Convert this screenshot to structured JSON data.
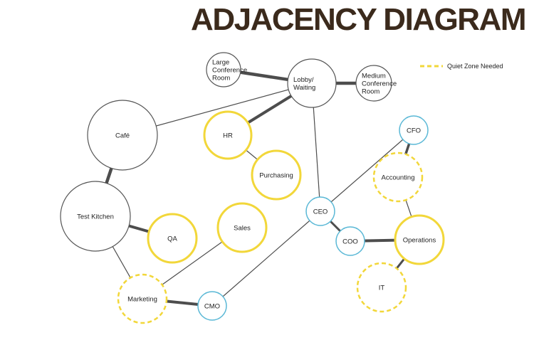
{
  "title": "ADJACENCY DIAGRAM",
  "legend": {
    "label": "Quiet Zone Needed",
    "color": "#f5d43a"
  },
  "colors": {
    "gray": "#555555",
    "yellow": "#f2d73a",
    "blue": "#5ab8d6",
    "line": "#4d4d4d"
  },
  "nodes": {
    "large_conf": {
      "label": [
        "Large",
        "Conference",
        "Room"
      ]
    },
    "lobby": {
      "label": [
        "Lobby/",
        "Waiting"
      ]
    },
    "medium_conf": {
      "label": [
        "Medium",
        "Conference",
        "Room"
      ]
    },
    "cafe": {
      "label": [
        "Café"
      ]
    },
    "hr": {
      "label": [
        "HR"
      ]
    },
    "purchasing": {
      "label": [
        "Purchasing"
      ]
    },
    "test_kitchen": {
      "label": [
        "Test Kitchen"
      ]
    },
    "qa": {
      "label": [
        "QA"
      ]
    },
    "sales": {
      "label": [
        "Sales"
      ]
    },
    "marketing": {
      "label": [
        "Marketing"
      ]
    },
    "cmo": {
      "label": [
        "CMO"
      ]
    },
    "ceo": {
      "label": [
        "CEO"
      ]
    },
    "coo": {
      "label": [
        "COO"
      ]
    },
    "cfo": {
      "label": [
        "CFO"
      ]
    },
    "accounting": {
      "label": [
        "Accounting"
      ]
    },
    "operations": {
      "label": [
        "Operations"
      ]
    },
    "it": {
      "label": [
        "IT"
      ]
    }
  }
}
